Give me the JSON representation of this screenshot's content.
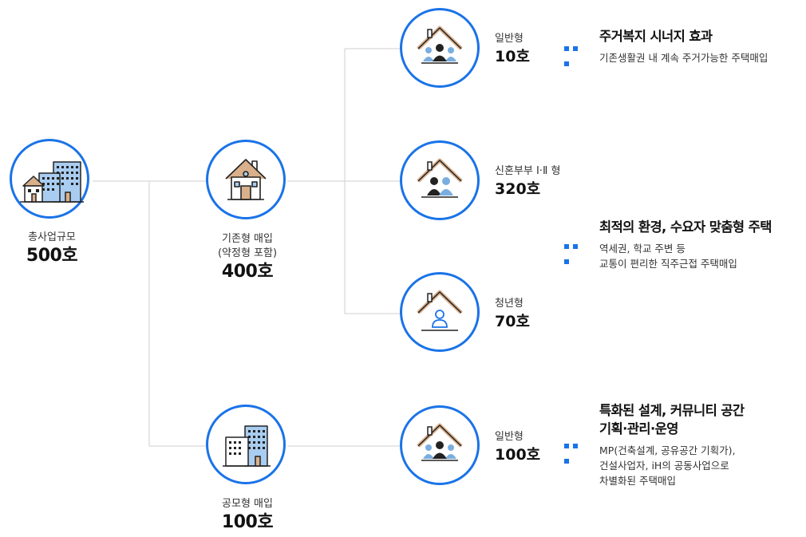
{
  "colors": {
    "accent": "#1a73e8",
    "line": "#cfcfcf"
  },
  "total": {
    "icon": "apartment-buildings-icon",
    "title": "총사업규모",
    "count": "500호"
  },
  "existing": {
    "icon": "house-icon",
    "title": "기존형 매입",
    "subtitle": "(약정형 포함)",
    "count": "400호"
  },
  "competition": {
    "icon": "apartment-building-icon",
    "title": "공모형 매입",
    "count": "100호"
  },
  "types": [
    {
      "icon": "house-family-icon",
      "title": "일반형",
      "count": "10호"
    },
    {
      "icon": "house-couple-icon",
      "title": "신혼부부 Ⅰ·Ⅱ 형",
      "count": "320호"
    },
    {
      "icon": "house-single-icon",
      "title": "청년형",
      "count": "70호"
    },
    {
      "icon": "house-family-icon",
      "title": "일반형",
      "count": "100호"
    }
  ],
  "descriptions": [
    {
      "heading": "주거복지 시너지 효과",
      "lines": [
        "기존생활권 내 계속 주거가능한 주택매입"
      ]
    },
    {
      "heading": "최적의 환경, 수요자 맞춤형 주택",
      "lines": [
        "역세권, 학교 주변 등",
        "교통이 편리한 직주근접 주택매입"
      ]
    },
    {
      "heading": "특화된 설계, 커뮤니티 공간",
      "heading2": "기획·관리·운영",
      "lines": [
        "MP(건축설계, 공유공간 기획가),",
        "건설사업자, iH의 공동사업으로",
        "차별화된 주택매입"
      ]
    }
  ]
}
